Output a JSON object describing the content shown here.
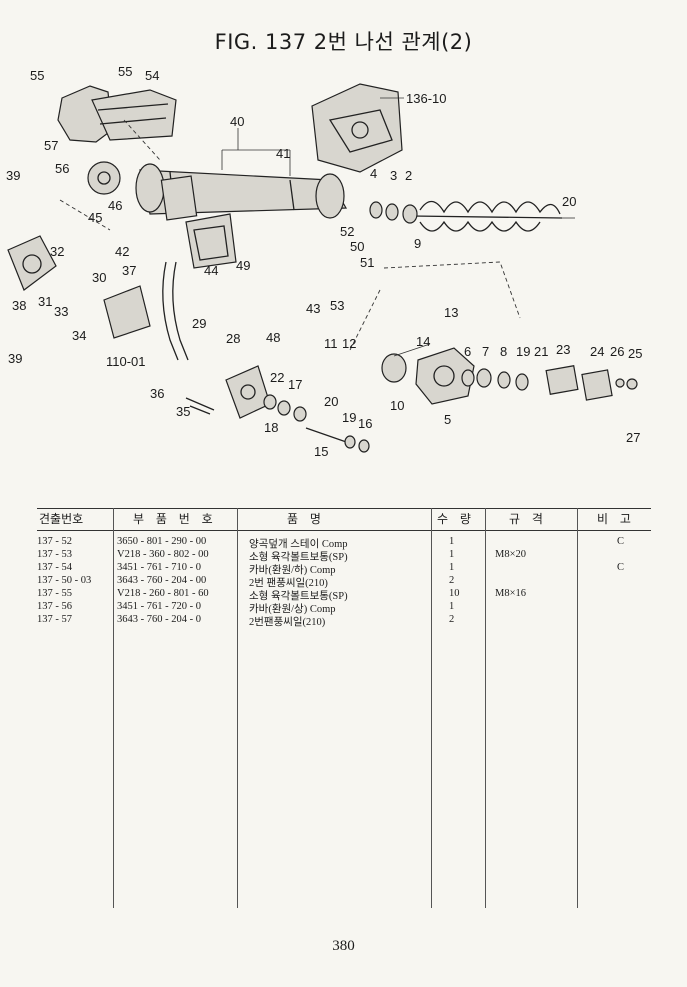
{
  "document": {
    "title": "FIG. 137 2번 나선 관계(2)",
    "page_number": "380"
  },
  "diagram": {
    "callouts": [
      "55",
      "55",
      "54",
      "56",
      "57",
      "40",
      "41",
      "136-10",
      "45",
      "46",
      "39",
      "4",
      "3",
      "2",
      "20",
      "42",
      "52",
      "50",
      "9",
      "32",
      "30",
      "37",
      "44",
      "49",
      "51",
      "38",
      "31",
      "33",
      "34",
      "48",
      "53",
      "43",
      "13",
      "29",
      "14",
      "28",
      "110-01",
      "11",
      "12",
      "6",
      "7",
      "8",
      "19",
      "21",
      "23",
      "24",
      "26",
      "25",
      "10",
      "5",
      "39",
      "36",
      "22",
      "17",
      "35",
      "18",
      "20",
      "19",
      "16",
      "15",
      "27"
    ]
  },
  "table": {
    "headers": [
      "견출번호",
      "부 품 번 호",
      "품 명",
      "수 량",
      "규 격",
      "비 고"
    ],
    "rows": [
      {
        "ref": "137 - 52",
        "part_no": "3650 - 801 - 290 - 00",
        "name": "양곡덮개 스테이 Comp",
        "qty": "1",
        "spec": "",
        "note": "C"
      },
      {
        "ref": "137 - 53",
        "part_no": "V218 - 360 - 802 - 00",
        "name": "소형 육각볼트보통(SP)",
        "qty": "1",
        "spec": "M8×20",
        "note": ""
      },
      {
        "ref": "137 - 54",
        "part_no": "3451 - 761 - 710 - 0",
        "name": "카바(환원/하) Comp",
        "qty": "1",
        "spec": "",
        "note": "C"
      },
      {
        "ref": "137 - 50 - 03",
        "part_no": "3643 - 760 - 204 - 00",
        "name": "2번 팬풍씨일(210)",
        "qty": "2",
        "spec": "",
        "note": ""
      },
      {
        "ref": "137 - 55",
        "part_no": "V218 - 260 - 801 - 60",
        "name": "소형 육각볼트보통(SP)",
        "qty": "10",
        "spec": "M8×16",
        "note": ""
      },
      {
        "ref": "137 - 56",
        "part_no": "3451 - 761 - 720 - 0",
        "name": "카바(환원/상)  Comp",
        "qty": "1",
        "spec": "",
        "note": ""
      },
      {
        "ref": "137 - 57",
        "part_no": "3643 - 760 - 204 - 0",
        "name": "2번팬풍씨일(210)",
        "qty": "2",
        "spec": "",
        "note": ""
      }
    ]
  }
}
